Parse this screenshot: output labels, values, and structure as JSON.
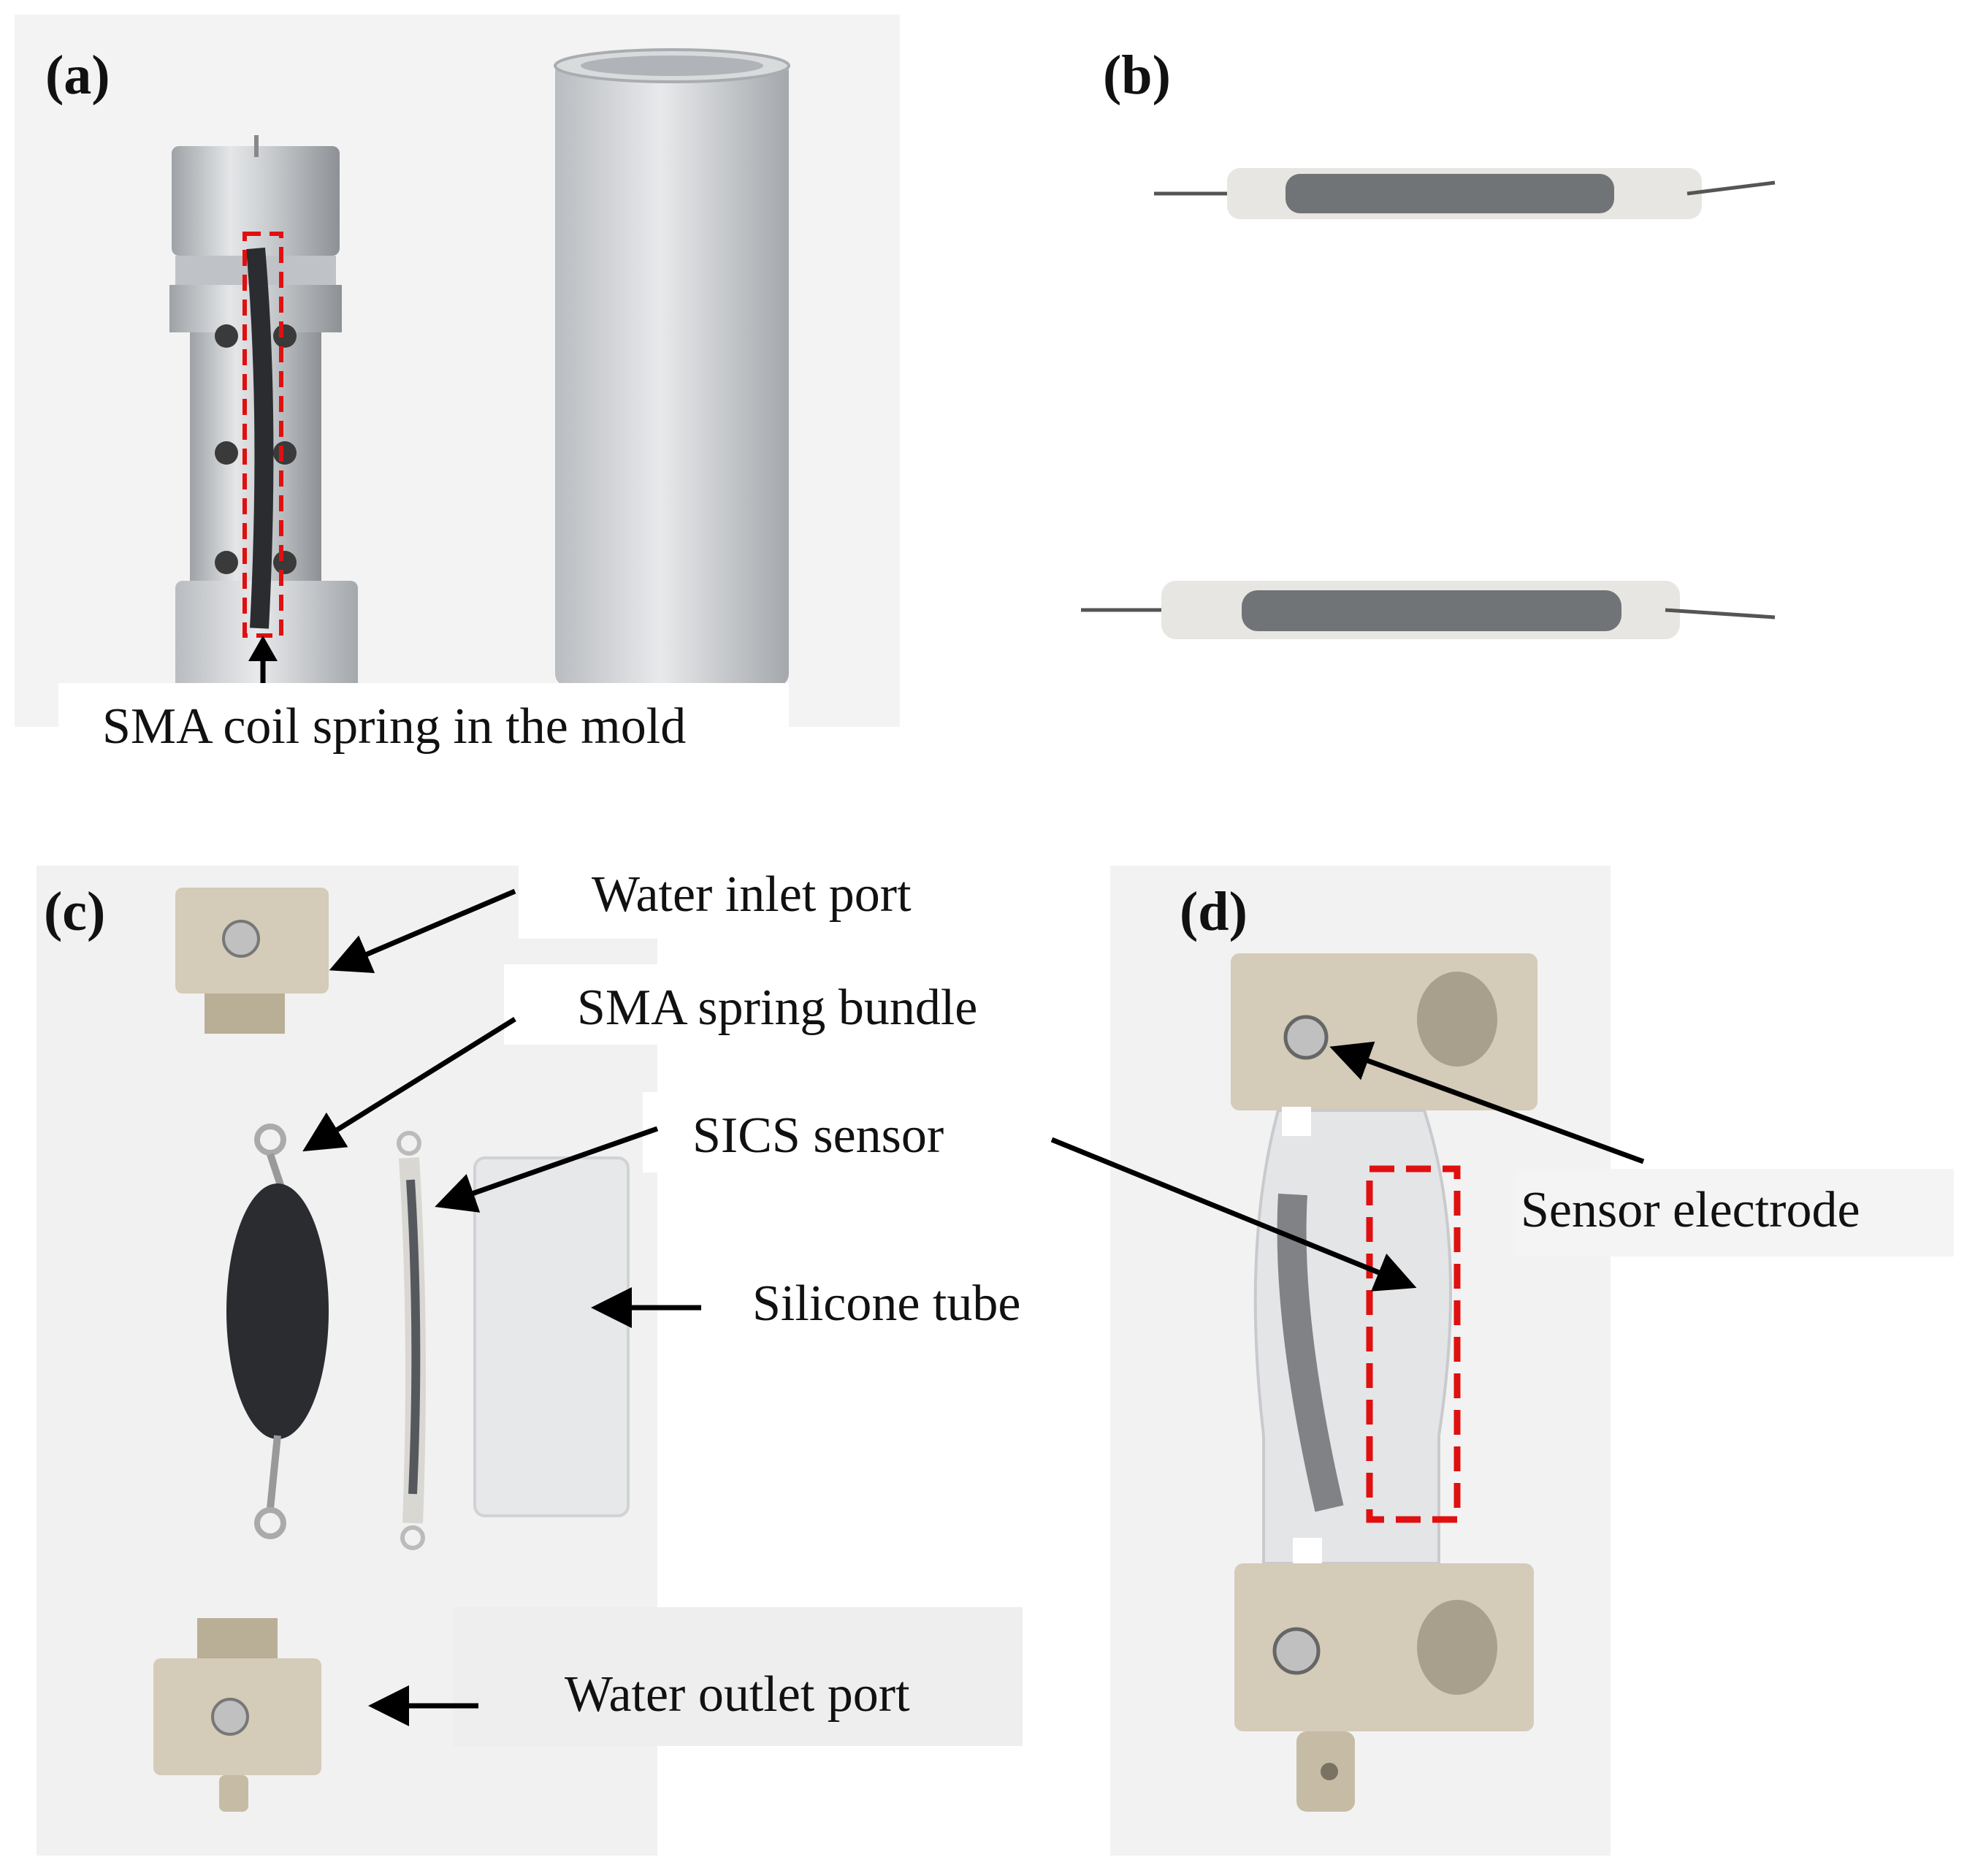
{
  "panels": {
    "a": {
      "label": "(a)",
      "caption": "SMA coil spring in the mold"
    },
    "b": {
      "label": "(b)"
    },
    "c": {
      "label": "(c)",
      "callouts": {
        "inlet": "Water inlet port",
        "bundle": "SMA spring bundle",
        "sensor": "SICS sensor",
        "tube": "Silicone tube",
        "outlet": "Water outlet port"
      }
    },
    "d": {
      "label": "(d)",
      "callouts": {
        "electrode": "Sensor electrode"
      }
    }
  },
  "colors": {
    "highlight_box": "#e01010",
    "arrow": "#000000",
    "aluminum": "#c9ccd0",
    "peek": "#d4cbb8",
    "rubber": "#2a2c30"
  }
}
